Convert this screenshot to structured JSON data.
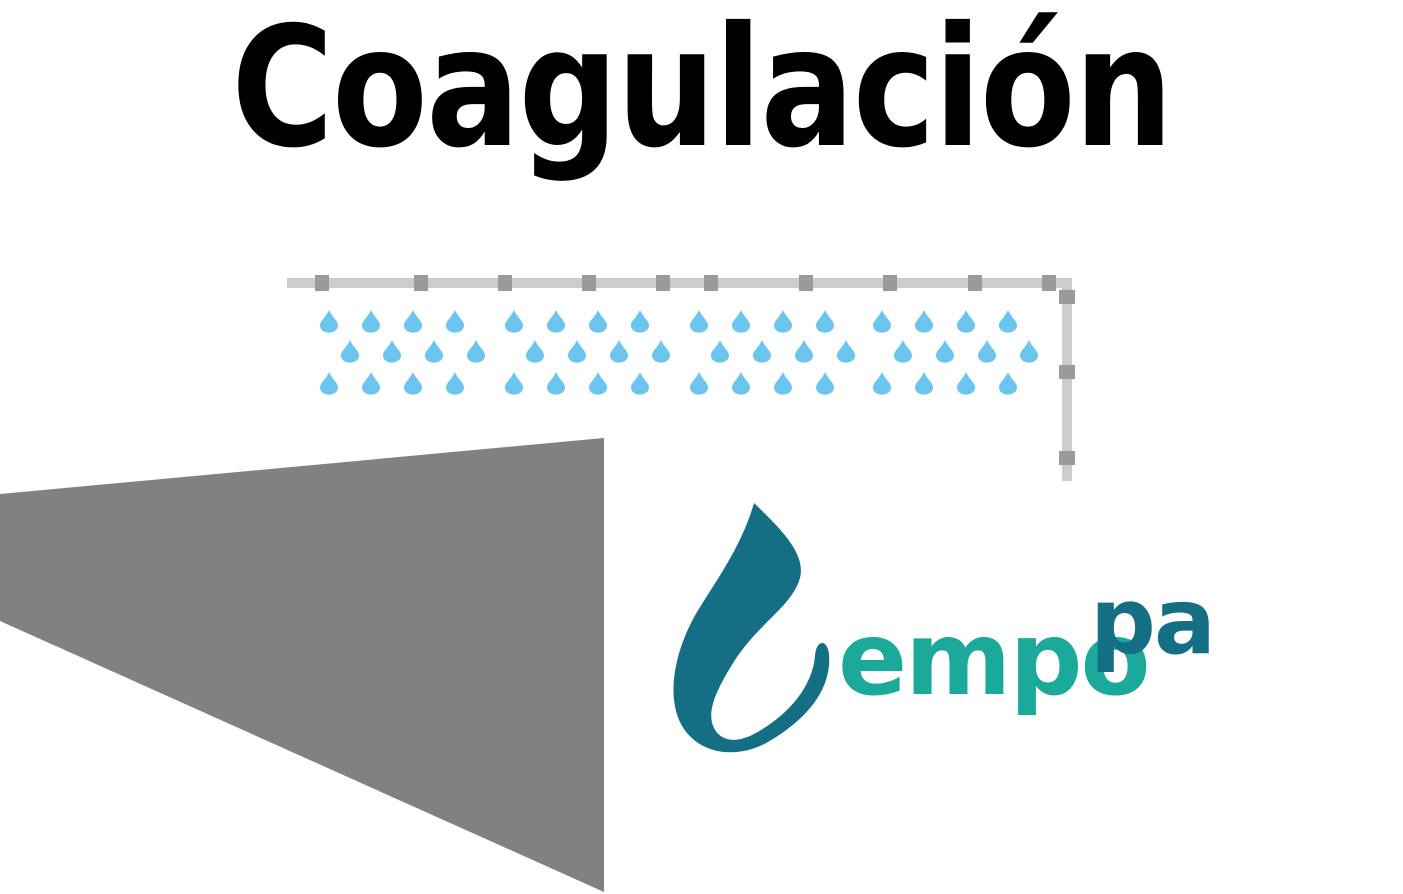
{
  "title": "Coagulación",
  "logo": {
    "wordmark_left": "empo",
    "wordmark_right": "pa",
    "teal_light": "#1BA99A",
    "teal_dark": "#146F85"
  },
  "colors": {
    "title": "#000000",
    "pipe": "#CCCCCC",
    "coupler": "#9A9A9A",
    "drop": "#6CC5EE",
    "tank": "#808281"
  },
  "spray": {
    "groups": 4,
    "rows": 3,
    "drops_per_row": 4
  }
}
